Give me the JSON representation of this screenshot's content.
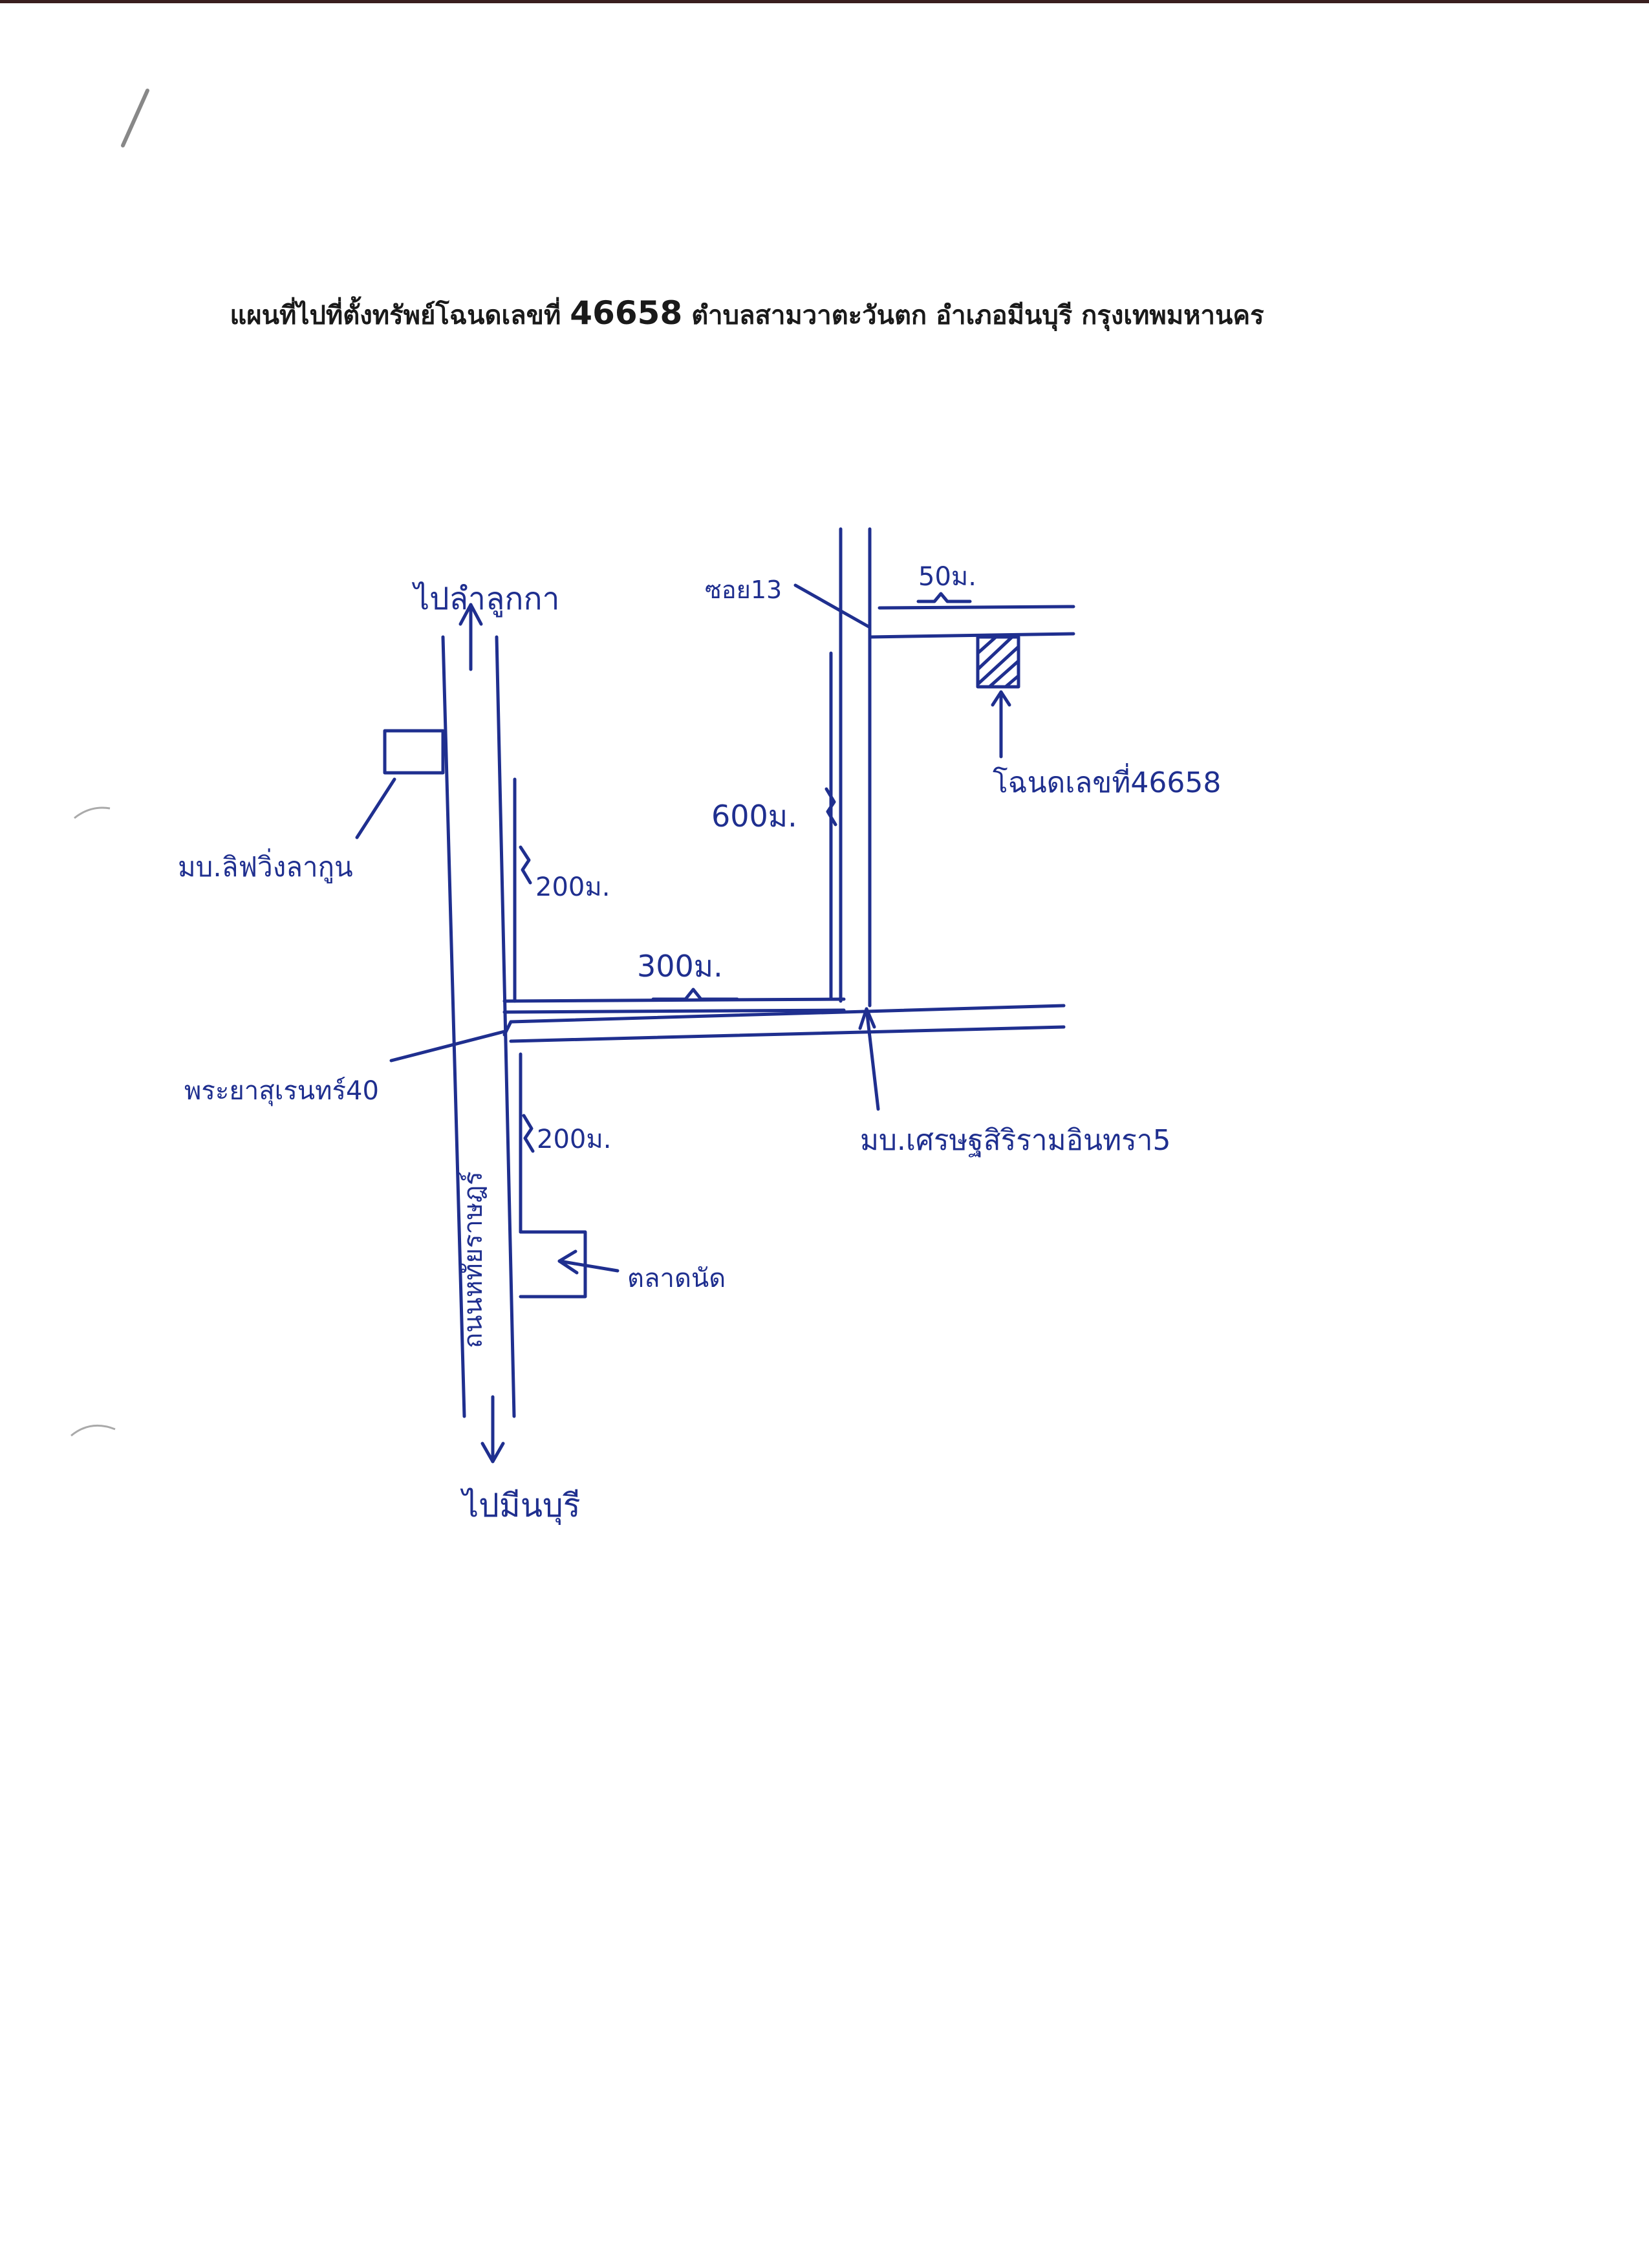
{
  "page": {
    "title_prefix": "แผนที่ไปที่ตั้งทรัพย์โฉนดเลขที่",
    "title_number": "46658",
    "title_suffix": "ตำบลสามวาตะวันตก อำเภอมีนบุรี กรุงเทพมหานคร"
  },
  "map": {
    "to_north": "ไปลำลูกกา",
    "to_south": "ไปมีนบุรี",
    "main_road": "ถนนหทัยราษฎร์",
    "village_left": "มบ.ลิฟวิ่งลากูน",
    "soi_corner": "พระยาสุเรนทร์40",
    "market": "ตลาดนัด",
    "village_right": "มบ.เศรษฐสิริรามอินทรา5",
    "soi_top": "ซอย13",
    "land_plot": "โฉนดเลขที่46658",
    "dist_200_upper": "200ม.",
    "dist_200_lower": "200ม.",
    "dist_300": "300ม.",
    "dist_600": "600ม.",
    "dist_50": "50ม."
  },
  "colors": {
    "ink": "#1f2f8f",
    "title": "#1a1a1a"
  }
}
